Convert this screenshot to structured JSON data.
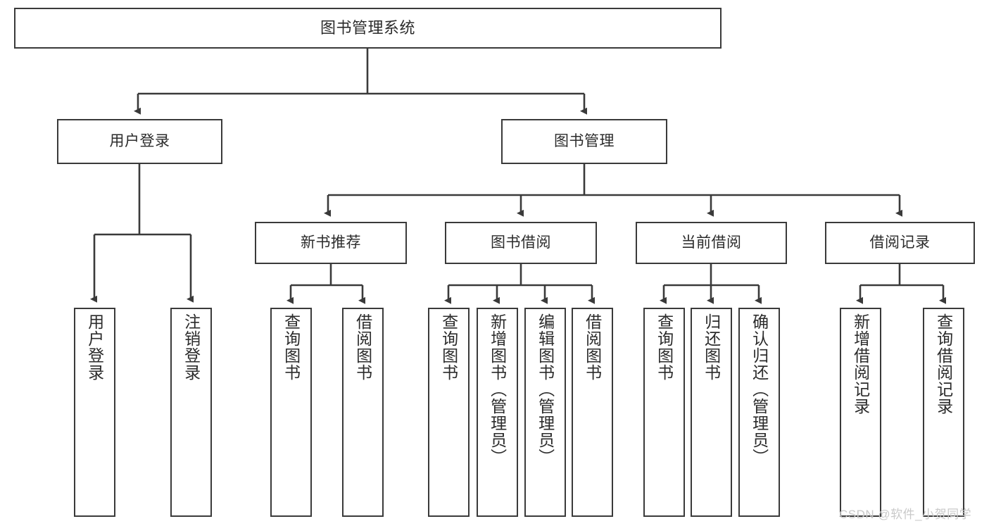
{
  "diagram": {
    "title": "图书管理系统",
    "type": "tree-hierarchy",
    "nodes": {
      "root": {
        "label": "图书管理系统"
      },
      "level2": [
        {
          "id": "user-login",
          "label": "用户登录"
        },
        {
          "id": "book-management",
          "label": "图书管理"
        }
      ],
      "level3": [
        {
          "id": "new-book-recommend",
          "label": "新书推荐"
        },
        {
          "id": "book-borrow",
          "label": "图书借阅"
        },
        {
          "id": "current-borrow",
          "label": "当前借阅"
        },
        {
          "id": "borrow-record",
          "label": "借阅记录"
        }
      ],
      "leaves": {
        "user_login": [
          {
            "id": "leaf-user-login",
            "label": "用户登录"
          },
          {
            "id": "leaf-logout-login",
            "label": "注销登录"
          }
        ],
        "new_book_recommend": [
          {
            "id": "leaf-query-book-1",
            "label": "查询图书"
          },
          {
            "id": "leaf-borrow-book-1",
            "label": "借阅图书"
          }
        ],
        "book_borrow": [
          {
            "id": "leaf-query-book-2",
            "label": "查询图书"
          },
          {
            "id": "leaf-add-book",
            "label": "新增图书（管理员）"
          },
          {
            "id": "leaf-edit-book",
            "label": "编辑图书（管理员）"
          },
          {
            "id": "leaf-borrow-book-2",
            "label": "借阅图书"
          }
        ],
        "current_borrow": [
          {
            "id": "leaf-query-book-3",
            "label": "查询图书"
          },
          {
            "id": "leaf-return-book",
            "label": "归还图书"
          },
          {
            "id": "leaf-confirm-return",
            "label": "确认归还（管理员）"
          }
        ],
        "borrow_record": [
          {
            "id": "leaf-add-record",
            "label": "新增借阅记录"
          },
          {
            "id": "leaf-query-record",
            "label": "查询借阅记录"
          }
        ]
      }
    },
    "colors": {
      "stroke": "#3a3a3a",
      "fill": "#ffffff",
      "text": "#2b2b2b",
      "watermark": "#c9c9c9"
    }
  },
  "watermark": {
    "text": "CSDN @软件_小贺同学"
  }
}
